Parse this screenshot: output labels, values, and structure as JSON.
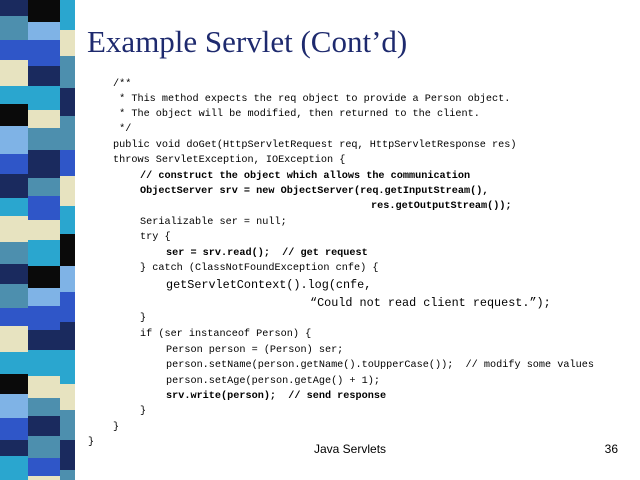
{
  "slide": {
    "title": "Example Servlet (Cont’d)",
    "footer_center": "Java Servlets",
    "slide_number": "36"
  },
  "code_lines": [
    "/**",
    " * This method expects the req object to provide a Person object.",
    " * The object will be modified, then returned to the client.",
    " */",
    "public void doGet(HttpServletRequest req, HttpServletResponse res)",
    "throws ServletException, IOException {",
    "// construct the object which allows the communication",
    "ObjectServer srv = new ObjectServer(req.getInputStream(),",
    "res.getOutputStream());",
    "Serializable ser = null;",
    "try {",
    "ser = srv.read();  // get request",
    "} catch (ClassNotFoundException cnfe) {",
    "getServletContext().log(cnfe,",
    "“Could not read client request.”);",
    "}",
    "if (ser instanceof Person) {",
    "Person person = (Person) ser;",
    "person.setName(person.getName().toUpperCase());  // modify some values",
    "person.setAge(person.getAge() + 1);",
    "srv.write(person);  // send response",
    "}",
    "}",
    "}"
  ],
  "colors": {
    "title": "#1e2a6e",
    "stripe_dark_navy": "#1a2a5e",
    "stripe_blue": "#2f56c8",
    "stripe_cyan": "#2aa6cf",
    "stripe_light_blue": "#7fb3e6",
    "stripe_beige": "#e7e3c0",
    "stripe_black": "#0a0a0a",
    "stripe_steel": "#4d8fae"
  }
}
